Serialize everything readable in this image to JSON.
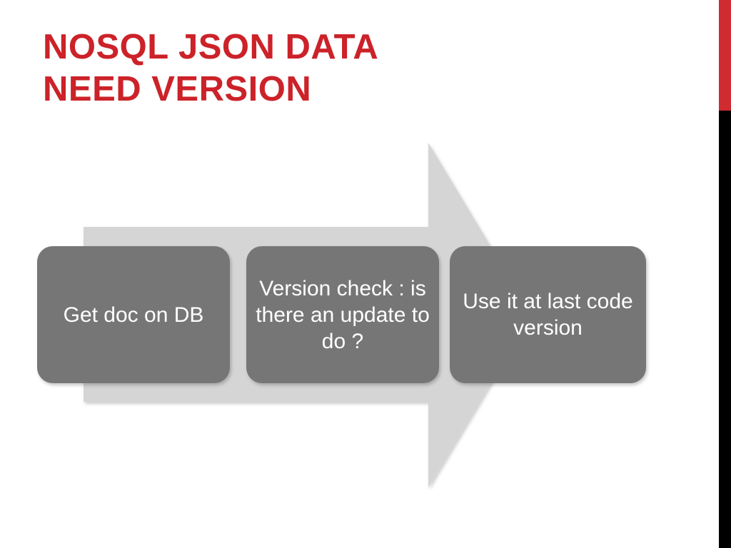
{
  "slide": {
    "title": "NoSQL JSON data\nneed version",
    "background_color": "#FFFFFF",
    "accent_red": "#CC2229",
    "box_gray": "#767676",
    "arrow_gray": "#D5D5D5",
    "edge_bar": {
      "red_color": "#CF2B30",
      "black_color": "#000000"
    }
  },
  "diagram": {
    "type": "process-arrow",
    "arrow_direction": "right",
    "steps": [
      {
        "id": "step-1",
        "label": "Get doc on DB"
      },
      {
        "id": "step-2",
        "label": "Version check : is there an update to do ?"
      },
      {
        "id": "step-3",
        "label": "Use it at last code version"
      }
    ]
  }
}
